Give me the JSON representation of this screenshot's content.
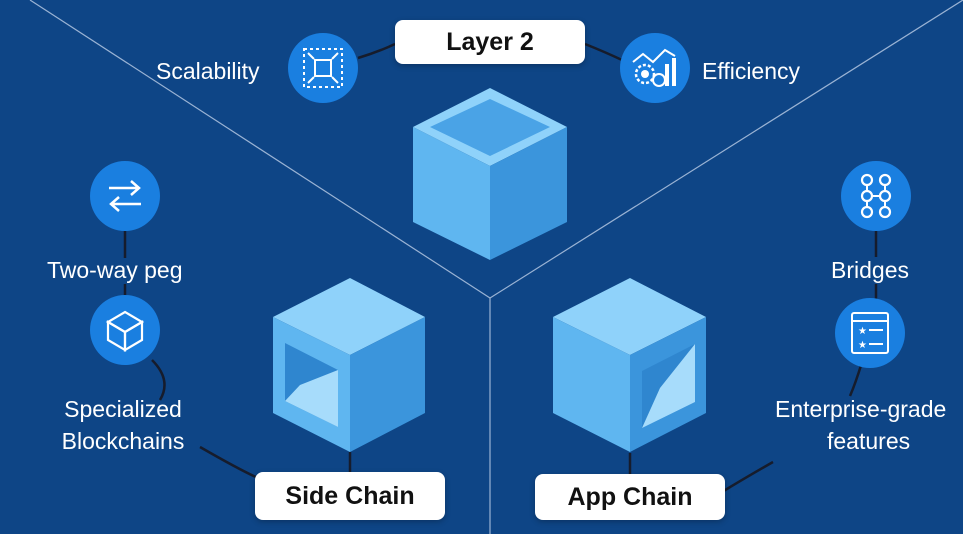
{
  "colors": {
    "background": "#0e4586",
    "icon_circle": "#1a7fe0",
    "cube_front": "#5fb6f0",
    "cube_side": "#3b95dc",
    "cube_top": "#8fd2fa",
    "connector": "#1a1f2e"
  },
  "hubs": {
    "layer2": "Layer 2",
    "side_chain": "Side Chain",
    "app_chain": "App Chain"
  },
  "features": {
    "scalability": {
      "label": "Scalability",
      "icon": "resize-icon"
    },
    "efficiency": {
      "label": "Efficiency",
      "icon": "gears-chart-icon"
    },
    "two_way_peg": {
      "label": "Two-way peg",
      "icon": "arrows-exchange-icon"
    },
    "specialized": {
      "line1": "Specialized",
      "line2": "Blockchains",
      "icon": "cube-icon"
    },
    "bridges": {
      "label": "Bridges",
      "icon": "chain-link-icon"
    },
    "enterprise": {
      "line1": "Enterprise-grade",
      "line2": "features",
      "icon": "checklist-stars-icon"
    }
  }
}
